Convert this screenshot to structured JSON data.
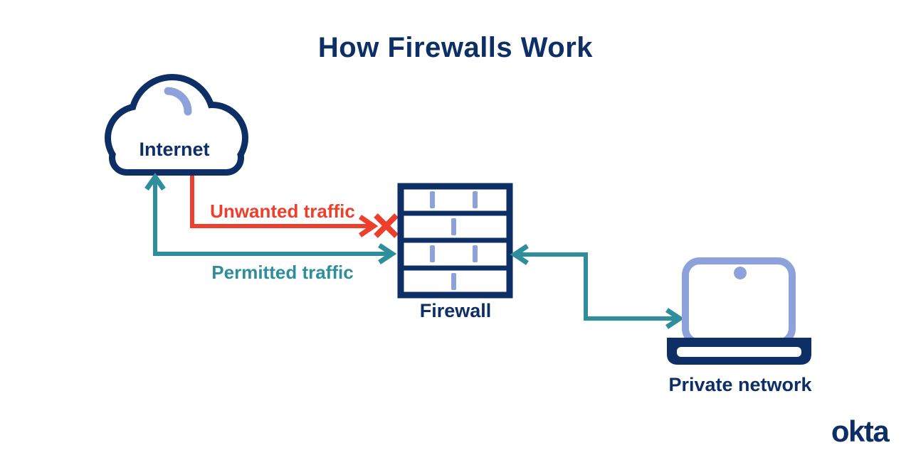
{
  "title": "How Firewalls Work",
  "colors": {
    "navy": "#0d2f66",
    "red": "#ee3e2c",
    "teal": "#2f8e9c",
    "periwinkle": "#8da2db",
    "background": "#ffffff"
  },
  "nodes": {
    "internet": {
      "label": "Internet",
      "icon": "cloud-icon"
    },
    "firewall": {
      "label": "Firewall",
      "icon": "brick-wall-icon"
    },
    "private_network": {
      "label": "Private network",
      "icon": "laptop-icon"
    }
  },
  "flows": {
    "unwanted": {
      "label": "Unwanted traffic",
      "color": "#ee3e2c"
    },
    "permitted": {
      "label": "Permitted traffic",
      "color": "#2f8e9c"
    },
    "private_link": {
      "color": "#2f8e9c"
    }
  },
  "branding": {
    "logo_text": "okta"
  }
}
